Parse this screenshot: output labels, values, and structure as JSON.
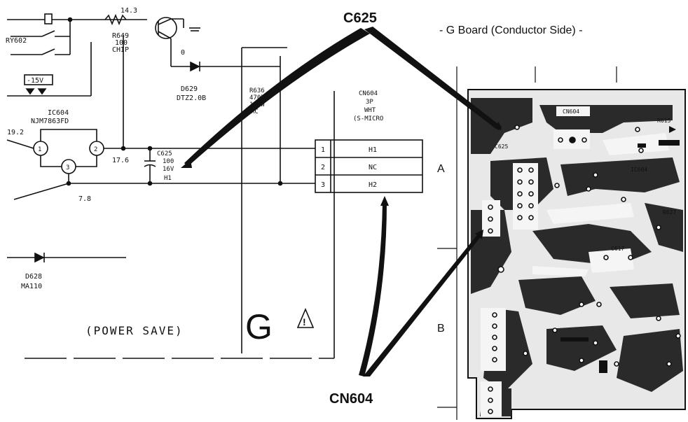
{
  "callouts": {
    "c625": "C625",
    "cn604": "CN604"
  },
  "board": {
    "title": "- G Board (Conductor Side) -",
    "row_a": "A",
    "row_b": "B",
    "pcb_labels": {
      "cn604": "CN604",
      "c625": "C625",
      "ic604": "IC604",
      "c617": "C617",
      "r615": "R615",
      "r627": "R627"
    }
  },
  "schematic": {
    "ry602": "RY602",
    "v_neg15": "-15V",
    "q_voltage": "14.3",
    "r649": [
      "R649",
      "100",
      "CHIP"
    ],
    "q_base_voltage": "0",
    "d629": [
      "D629",
      "DTZ2.0B"
    ],
    "r636": [
      "R636",
      "470k",
      "1/2W",
      "RC"
    ],
    "ic604": [
      "IC604",
      "NJM7863FD"
    ],
    "v_in": "19.2",
    "v_pin2": "17.6",
    "v_pin3": "7.8",
    "pins": [
      "1",
      "2",
      "3"
    ],
    "c625": [
      "C625",
      "100",
      "16V",
      "H1"
    ],
    "cn604": [
      "CN604",
      "3P",
      "WHT",
      "(S-MICRO"
    ],
    "cn604_pins": [
      {
        "num": "1",
        "sig": "H1"
      },
      {
        "num": "2",
        "sig": "NC"
      },
      {
        "num": "3",
        "sig": "H2"
      }
    ],
    "d628": [
      "D628",
      "MA110"
    ],
    "power_save": "(POWER SAVE)",
    "board_letter": "G",
    "warning": "!"
  }
}
